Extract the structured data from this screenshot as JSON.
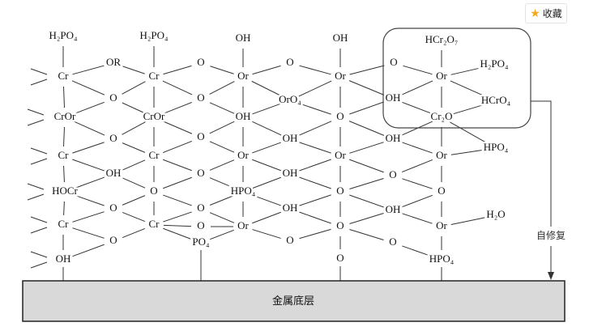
{
  "favorite_button": {
    "label": "收藏",
    "icon": "star-icon",
    "icon_color": "#f5a623"
  },
  "diagram": {
    "substrate_label": "金属底层",
    "self_repair_label": "自修复",
    "nodes": {
      "tA": "H₂PO₄",
      "tC": "H₂PO₄",
      "tE": "OH",
      "tG": "OH",
      "tI": "HCr₂O₇",
      "a1": "Cr",
      "b0": "OR",
      "c1": "Cr",
      "d0": "O",
      "e1": "Or",
      "f0": "O",
      "g1": "Or",
      "h0": "O",
      "i1": "Or",
      "r1": "H₂PO₄",
      "b1": "O",
      "d1": "O",
      "f1": "OrO₄",
      "h1": "OH",
      "r2": "HCrO₄",
      "a2": "CrOr",
      "c2": "CrOr",
      "e2": "OH",
      "g2": "O",
      "i2": "Cr₂O",
      "b2": "O",
      "d2": "O",
      "f2": "OH",
      "h2": "OH",
      "r3": "HPO₄",
      "a3": "Cr",
      "c3": "Cr",
      "e3": "Or",
      "g3": "Or",
      "i3": "Or",
      "b3": "OH",
      "d3": "O",
      "f3": "OH",
      "h3": "O",
      "a4": "HOCr",
      "c4": "O",
      "e4": "HPO₄",
      "g4": "O",
      "i4": "O",
      "b4": "O",
      "d4": "O",
      "f4": "OH",
      "h4": "OH",
      "a5": "Cr",
      "c5": "Cr",
      "d5": "O",
      "e5": "Or",
      "g5": "O",
      "i5": "Or",
      "r5": "H₂O",
      "b5": "O",
      "d6": "PO₄",
      "f5": "O",
      "h5": "O",
      "a6": "OH",
      "g6": "O",
      "i6": "HPO₄"
    },
    "edges": [
      [
        "tA",
        "a1"
      ],
      [
        "a1",
        "a2"
      ],
      [
        "a2",
        "a3"
      ],
      [
        "a3",
        "a4"
      ],
      [
        "a4",
        "a5"
      ],
      [
        "a5",
        "a6"
      ],
      [
        "tC",
        "c1"
      ],
      [
        "c1",
        "c2"
      ],
      [
        "c2",
        "c3"
      ],
      [
        "c3",
        "c4"
      ],
      [
        "c4",
        "c5"
      ],
      [
        "tE",
        "e1"
      ],
      [
        "e1",
        "e2"
      ],
      [
        "e2",
        "e3"
      ],
      [
        "e3",
        "e4"
      ],
      [
        "e4",
        "e5"
      ],
      [
        "tG",
        "g1"
      ],
      [
        "g1",
        "g2"
      ],
      [
        "g2",
        "g3"
      ],
      [
        "g3",
        "g4"
      ],
      [
        "g4",
        "g5"
      ],
      [
        "g5",
        "g6"
      ],
      [
        "tI",
        "i1"
      ],
      [
        "i1",
        "i2"
      ],
      [
        "i2",
        "i3"
      ],
      [
        "i3",
        "i4"
      ],
      [
        "i4",
        "i5"
      ],
      [
        "i5",
        "i6"
      ],
      [
        "a1",
        "b0"
      ],
      [
        "b0",
        "c1"
      ],
      [
        "a1",
        "b1"
      ],
      [
        "a2",
        "b1"
      ],
      [
        "c1",
        "b1"
      ],
      [
        "c2",
        "b1"
      ],
      [
        "a2",
        "b2"
      ],
      [
        "a3",
        "b2"
      ],
      [
        "c2",
        "b2"
      ],
      [
        "c3",
        "b2"
      ],
      [
        "a3",
        "b3"
      ],
      [
        "a4",
        "b3"
      ],
      [
        "c3",
        "b3"
      ],
      [
        "c4",
        "b3"
      ],
      [
        "a4",
        "b4"
      ],
      [
        "a5",
        "b4"
      ],
      [
        "c4",
        "b4"
      ],
      [
        "c5",
        "b4"
      ],
      [
        "a5",
        "b5"
      ],
      [
        "a6",
        "b5"
      ],
      [
        "c5",
        "b5"
      ],
      [
        "c1",
        "d0"
      ],
      [
        "d0",
        "e1"
      ],
      [
        "c1",
        "d1"
      ],
      [
        "c2",
        "d1"
      ],
      [
        "e1",
        "d1"
      ],
      [
        "e2",
        "d1"
      ],
      [
        "c2",
        "d2"
      ],
      [
        "c3",
        "d2"
      ],
      [
        "e2",
        "d2"
      ],
      [
        "e3",
        "d2"
      ],
      [
        "c3",
        "d3"
      ],
      [
        "c4",
        "d3"
      ],
      [
        "e3",
        "d3"
      ],
      [
        "e4",
        "d3"
      ],
      [
        "c4",
        "d4"
      ],
      [
        "c5",
        "d4"
      ],
      [
        "e4",
        "d4"
      ],
      [
        "e5",
        "d4"
      ],
      [
        "c5",
        "d5"
      ],
      [
        "d5",
        "e5"
      ],
      [
        "c5",
        "d6"
      ],
      [
        "e5",
        "d6"
      ],
      [
        "e1",
        "f0"
      ],
      [
        "f0",
        "g1"
      ],
      [
        "e1",
        "f1"
      ],
      [
        "e2",
        "f1"
      ],
      [
        "g1",
        "f1"
      ],
      [
        "g2",
        "f1"
      ],
      [
        "e2",
        "f2"
      ],
      [
        "e3",
        "f2"
      ],
      [
        "g2",
        "f2"
      ],
      [
        "g3",
        "f2"
      ],
      [
        "e3",
        "f3"
      ],
      [
        "e4",
        "f3"
      ],
      [
        "g3",
        "f3"
      ],
      [
        "g4",
        "f3"
      ],
      [
        "e4",
        "f4"
      ],
      [
        "e5",
        "f4"
      ],
      [
        "g4",
        "f4"
      ],
      [
        "g5",
        "f4"
      ],
      [
        "e5",
        "f5"
      ],
      [
        "g5",
        "f5"
      ],
      [
        "g1",
        "h0"
      ],
      [
        "h0",
        "i1"
      ],
      [
        "g1",
        "h1"
      ],
      [
        "g2",
        "h1"
      ],
      [
        "i1",
        "h1"
      ],
      [
        "i2",
        "h1"
      ],
      [
        "g2",
        "h2"
      ],
      [
        "g3",
        "h2"
      ],
      [
        "i2",
        "h2"
      ],
      [
        "i3",
        "h2"
      ],
      [
        "g3",
        "h3"
      ],
      [
        "g4",
        "h3"
      ],
      [
        "i3",
        "h3"
      ],
      [
        "i4",
        "h3"
      ],
      [
        "g4",
        "h4"
      ],
      [
        "g5",
        "h4"
      ],
      [
        "i4",
        "h4"
      ],
      [
        "i5",
        "h4"
      ],
      [
        "g5",
        "h5"
      ],
      [
        "h5",
        "i6"
      ],
      [
        "i1",
        "r1"
      ],
      [
        "i1",
        "r2"
      ],
      [
        "i2",
        "r2"
      ],
      [
        "i2",
        "r3"
      ],
      [
        "i3",
        "r3"
      ],
      [
        "i5",
        "r5"
      ]
    ]
  }
}
